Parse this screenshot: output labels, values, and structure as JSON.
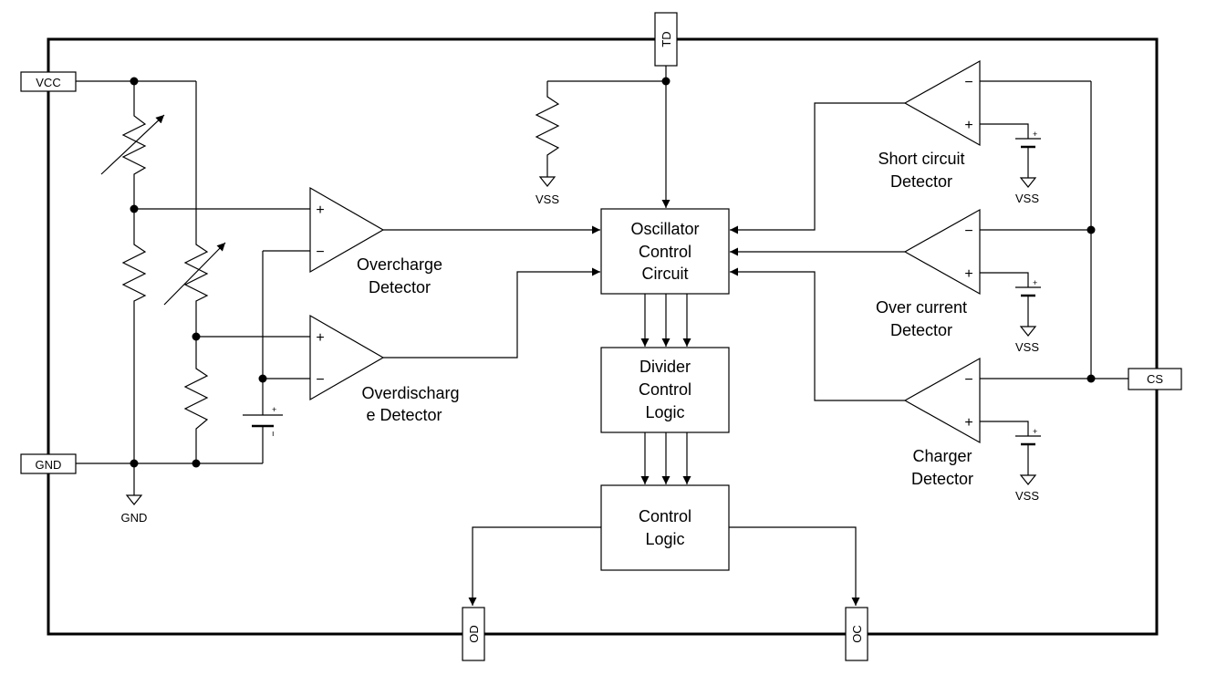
{
  "pins": {
    "vcc": "VCC",
    "gnd": "GND",
    "td": "TD",
    "cs": "CS",
    "od": "OD",
    "oc": "OC"
  },
  "grounds": {
    "gnd": "GND",
    "vss_td": "VSS",
    "vss_short": "VSS",
    "vss_over": "VSS",
    "vss_charger": "VSS"
  },
  "comparators": {
    "overcharge": [
      "Overcharge",
      "Detector"
    ],
    "overdischarge": [
      "Overdischarg",
      "e Detector"
    ],
    "short_circuit": [
      "Short circuit",
      "Detector"
    ],
    "over_current": [
      "Over current",
      "Detector"
    ],
    "charger": [
      "Charger",
      "Detector"
    ]
  },
  "blocks": {
    "oscillator": [
      "Oscillator",
      "Control",
      "Circuit"
    ],
    "divider": [
      "Divider",
      "Control",
      "Logic"
    ],
    "control": [
      "Control",
      "Logic"
    ]
  },
  "signs": {
    "plus": "+",
    "minus": "−"
  }
}
